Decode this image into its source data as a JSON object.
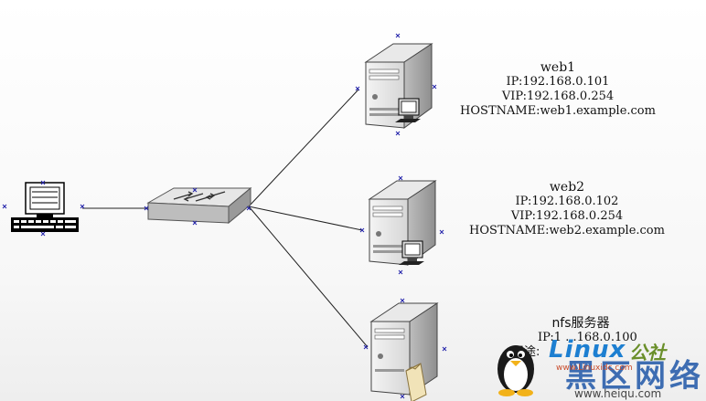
{
  "servers": [
    {
      "title": "web1",
      "ip": "IP:192.168.0.101",
      "vip": "VIP:192.168.0.254",
      "hostname": "HOSTNAME:web1.example.com"
    },
    {
      "title": "web2",
      "ip": "IP:192.168.0.102",
      "vip": "VIP:192.168.0.254",
      "hostname": "HOSTNAME:web2.example.com"
    },
    {
      "title": "nfs服务器",
      "ip": "IP:1  .  .168.0.100",
      "purpose": "用途:"
    }
  ],
  "watermark": {
    "logo": "Linux",
    "cn_small": "公社",
    "url_small": "www.Linuxidc.com",
    "cn_big": "黑区网络",
    "url_big": "www.heiqu.com"
  }
}
